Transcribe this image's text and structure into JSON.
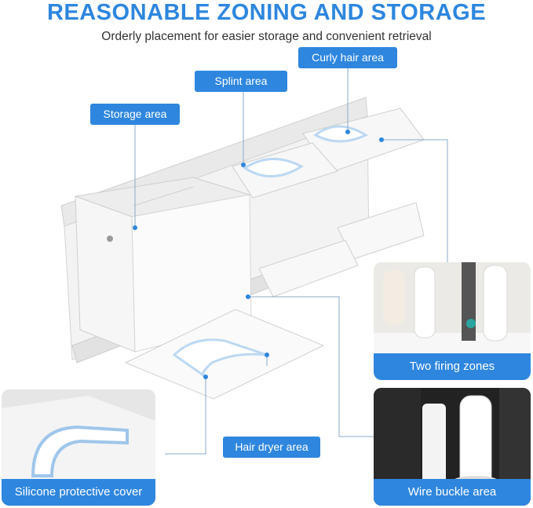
{
  "header": {
    "title": "REASONABLE ZONING AND STORAGE",
    "subtitle": "Orderly placement for easier storage and convenient retrieval"
  },
  "labels": {
    "curly": "Curly hair area",
    "splint": "Splint area",
    "storage": "Storage area",
    "hair_dryer": "Hair dryer area"
  },
  "photos": {
    "two_firing": "Two firing zones",
    "wire_buckle": "Wire buckle area",
    "silicone": "Silicone protective cover"
  },
  "colors": {
    "accent": "#2e86de",
    "product": "#f2f2f2"
  }
}
